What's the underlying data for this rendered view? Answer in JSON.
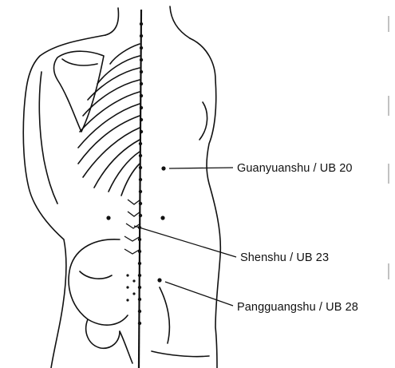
{
  "points": [
    {
      "label": "Guanyuanshu / UB 20"
    },
    {
      "label": "Shenshu / UB 23"
    },
    {
      "label": "Pangguangshu / UB 28"
    }
  ],
  "colors": {
    "ink": "#111111",
    "background": "#ffffff"
  }
}
